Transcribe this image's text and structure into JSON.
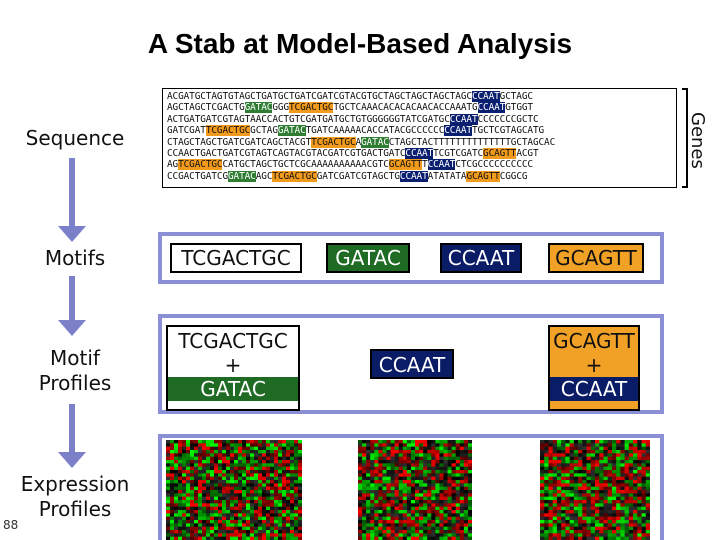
{
  "title": "A Stab at Model-Based Analysis",
  "left_labels": {
    "sequence": "Sequence",
    "motifs": "Motifs",
    "motif_profiles_1": "Motif",
    "motif_profiles_2": "Profiles",
    "expression_1": "Expression",
    "expression_2": "Profiles"
  },
  "genes_label": "Genes",
  "page_number": "88",
  "sequence_lines": [
    [
      [
        "ACGATGCTAGTGTAGCTGATGCTGATCGATCGTACGTGCTAGCTAGCTAGCTAGC",
        ""
      ],
      [
        "CCAAT",
        "navy"
      ],
      [
        "GCTAGC",
        ""
      ]
    ],
    [
      [
        "AGCTAGCTCGACTG",
        ""
      ],
      [
        "GATAC",
        "green"
      ],
      [
        "GGG",
        ""
      ],
      [
        "TCGACTGC",
        "orange"
      ],
      [
        "TGCTCAAACACACACAACACCAAATG",
        ""
      ],
      [
        "CCAAT",
        "navy"
      ],
      [
        "GTGGT",
        ""
      ]
    ],
    [
      [
        "ACTGATGATCGTAGTAACCACTGTCGATGATGCTGTGGGGGGTATCGATGC",
        ""
      ],
      [
        "CCAAT",
        "navy"
      ],
      [
        "CCCCCCCGCTC",
        ""
      ]
    ],
    [
      [
        "GATCGAT",
        ""
      ],
      [
        "TCGACTGC",
        "orange"
      ],
      [
        "GCTAG",
        ""
      ],
      [
        "GATAC",
        "green"
      ],
      [
        "TGATCAAAAACACCATACGCCCCCC",
        ""
      ],
      [
        "CCAAT",
        "navy"
      ],
      [
        "TGCTCGTAGCATG",
        ""
      ]
    ],
    [
      [
        "CTAGCTAGCTGATCGATCAGCTACGT",
        ""
      ],
      [
        "TCGACTGC",
        "orange"
      ],
      [
        "A",
        ""
      ],
      [
        "GATAC",
        "green"
      ],
      [
        "CTAGCTACTTTTTTTTTTTTTTGCTAGCAC",
        ""
      ]
    ],
    [
      [
        "CCAACTGACTGATCGTAGTCAGTACGTACGATCGTGACTGATC",
        ""
      ],
      [
        "CCAAT",
        "navy"
      ],
      [
        "TCGTCGATC",
        ""
      ],
      [
        "GCAGTT",
        "orange"
      ],
      [
        "ACGT",
        ""
      ]
    ],
    [
      [
        "AG",
        ""
      ],
      [
        "TCGACTGC",
        "orange"
      ],
      [
        "CATGCTAGCTGCTCGCAAAAAAAAAACGTC",
        ""
      ],
      [
        "GCAGTT",
        "orange"
      ],
      [
        "T",
        ""
      ],
      [
        "CCAAT",
        "navy"
      ],
      [
        "CTCGCCCCCCCCCC",
        ""
      ]
    ],
    [
      [
        "CCGACTGATCG",
        ""
      ],
      [
        "GATAC",
        "green"
      ],
      [
        "AGC",
        ""
      ],
      [
        "TCGACTGC",
        "orange"
      ],
      [
        "GATCGATCGTAGCTG",
        ""
      ],
      [
        "CCAAT",
        "navy"
      ],
      [
        "ATATATA",
        ""
      ],
      [
        "GCAGTT",
        "orange"
      ],
      [
        "CGGCG",
        ""
      ]
    ]
  ],
  "motifs": [
    "TCGACTGC",
    "GATAC",
    "CCAAT",
    "GCAGTT"
  ],
  "profiles": {
    "p1_top": "TCGACTGC",
    "p1_plus": "+",
    "p1_bottom": "GATAC",
    "p2": "CCAAT",
    "p3_top": "GCAGTT",
    "p3_plus": "+",
    "p3_bottom": "CCAAT"
  },
  "colors": {
    "frame": "#8a8fd6",
    "arrow": "#7b80c8",
    "navy": "#0b1c66",
    "green": "#1f6b24",
    "orange": "#f0a126"
  }
}
